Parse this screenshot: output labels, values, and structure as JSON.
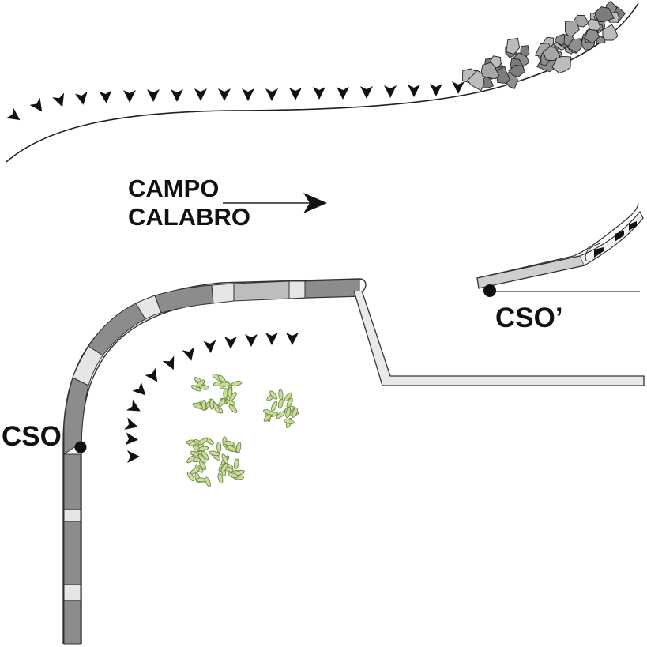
{
  "labels": {
    "campo": "CAMPO",
    "calabro": "CALABRO",
    "cso": "CSO",
    "cso_prime": "CSO’"
  },
  "colors": {
    "ink": "#111111",
    "ruler_dark": "#8c8c8c",
    "ruler_light": "#e6e6e6",
    "ruler_mid": "#bdbdbd",
    "stone": "#9a9a9a",
    "leaf": "#c8dca0",
    "leaf_edge": "#6f8a3e"
  },
  "icons": {
    "arrow": "right-arrow",
    "markers": "triangle-markers",
    "stones": "rock-pile",
    "plants": "leaf-clusters",
    "points": "black-dot"
  }
}
